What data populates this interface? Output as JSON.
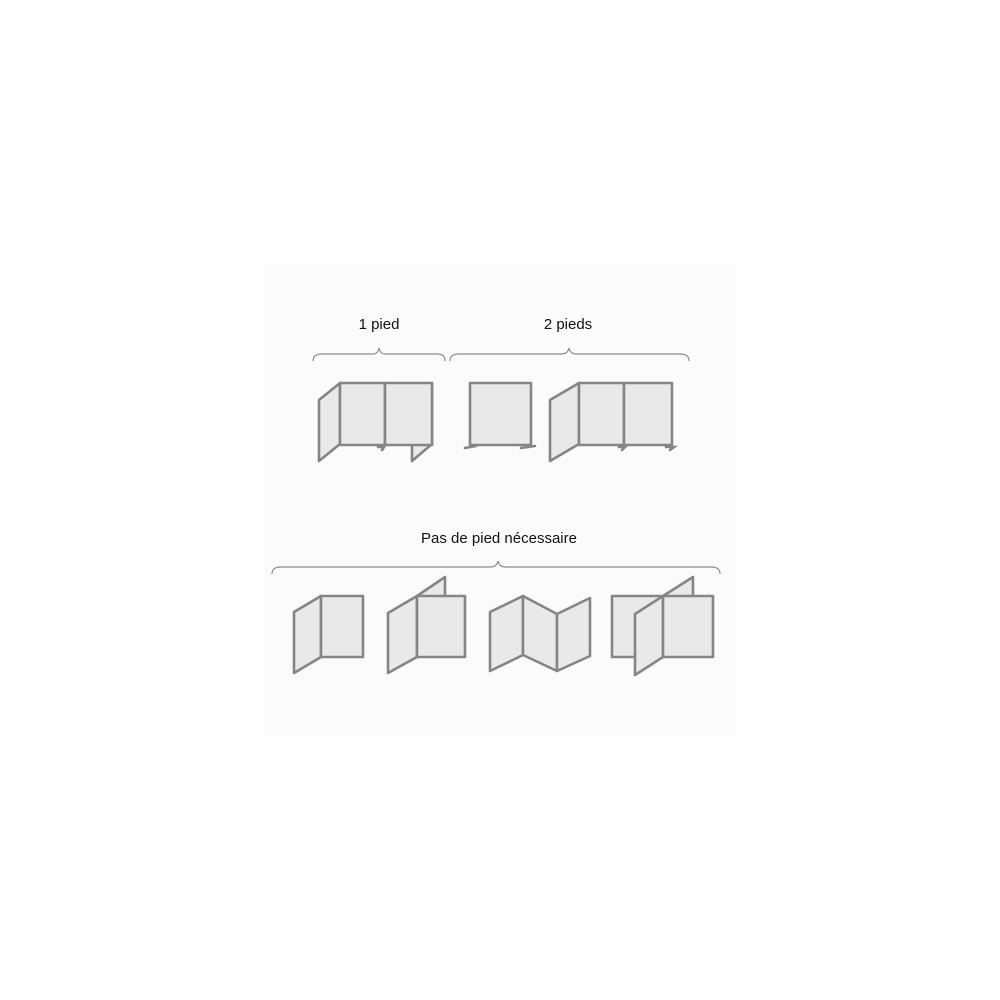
{
  "groups": {
    "one_foot": {
      "label": "1 pied"
    },
    "two_feet": {
      "label": "2 pieds"
    },
    "no_foot": {
      "label": "Pas de pied nécessaire"
    }
  },
  "colors": {
    "panel_fill": "#e9e9e9",
    "panel_stroke": "#858585",
    "brace": "#8c8c8c",
    "text": "#111111",
    "background": "#fbfbfb"
  }
}
